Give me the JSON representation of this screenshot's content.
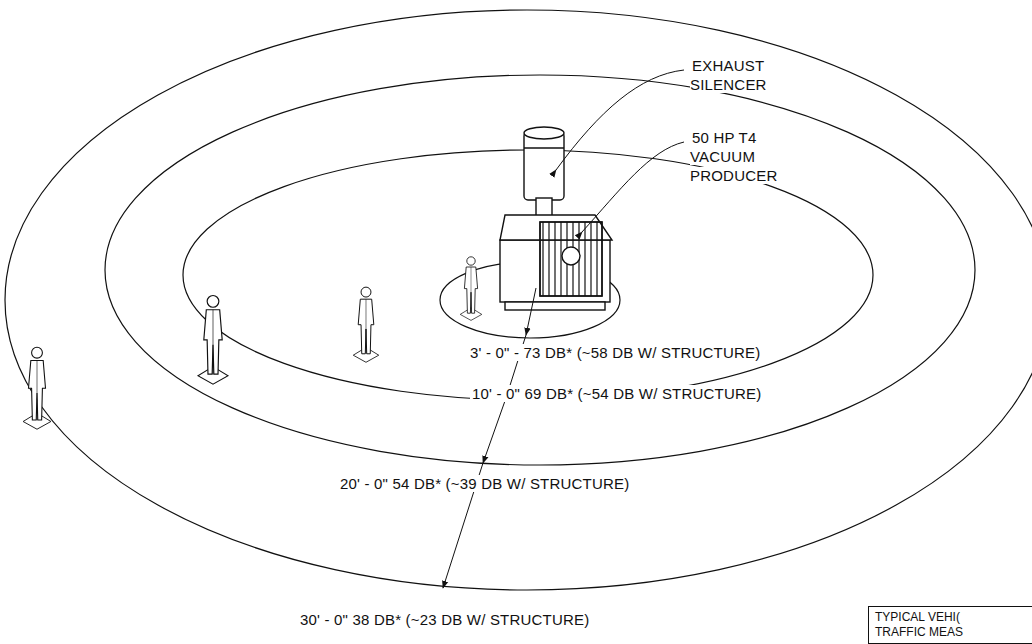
{
  "diagram": {
    "nodes": [
      {
        "text": [
          "TYPICAL VEHI( TRAFFIC MEAS"
        ]
      }
    ],
    "labels": [
      "EXHAUST SILENCER",
      "50 HP T4 VACUUM PRODUCER",
      "3' - 0\" - 73 DB* (~58 DB W/ STRUCTURE)",
      "10' - 0\" 69 DB* (~54 DB W/ STRUCTURE)",
      "20' - 0\" 54 DB* (~39 DB W/ STRUCTURE)",
      "30' - 0\" 38 DB* (~23 DB W/ STRUCTURE)"
    ]
  }
}
